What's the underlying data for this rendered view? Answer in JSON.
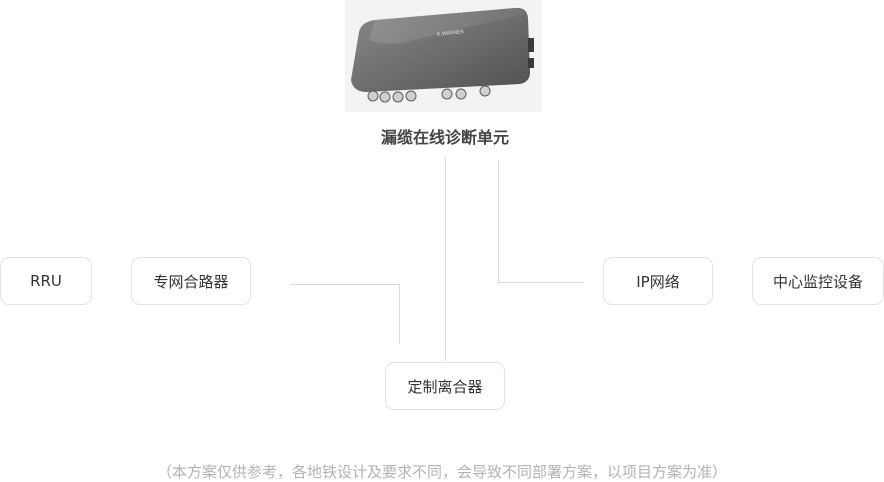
{
  "device": {
    "label": "漏缆在线诊断单元",
    "brand": "K.WARNER"
  },
  "nodes": {
    "rru": "RRU",
    "combiner": "专网合路器",
    "splitter": "定制离合器",
    "ip_network": "IP网络",
    "monitor_center": "中心监控设备"
  },
  "footnote": "（本方案仅供参考，各地铁设计及要求不同，会导致不同部署方案，以项目方案为准）",
  "colors": {
    "box_border": "#e2e2e2",
    "line": "#d9d9d9",
    "footnote": "#b3b3b3",
    "device_body": "#6b6b6b"
  }
}
